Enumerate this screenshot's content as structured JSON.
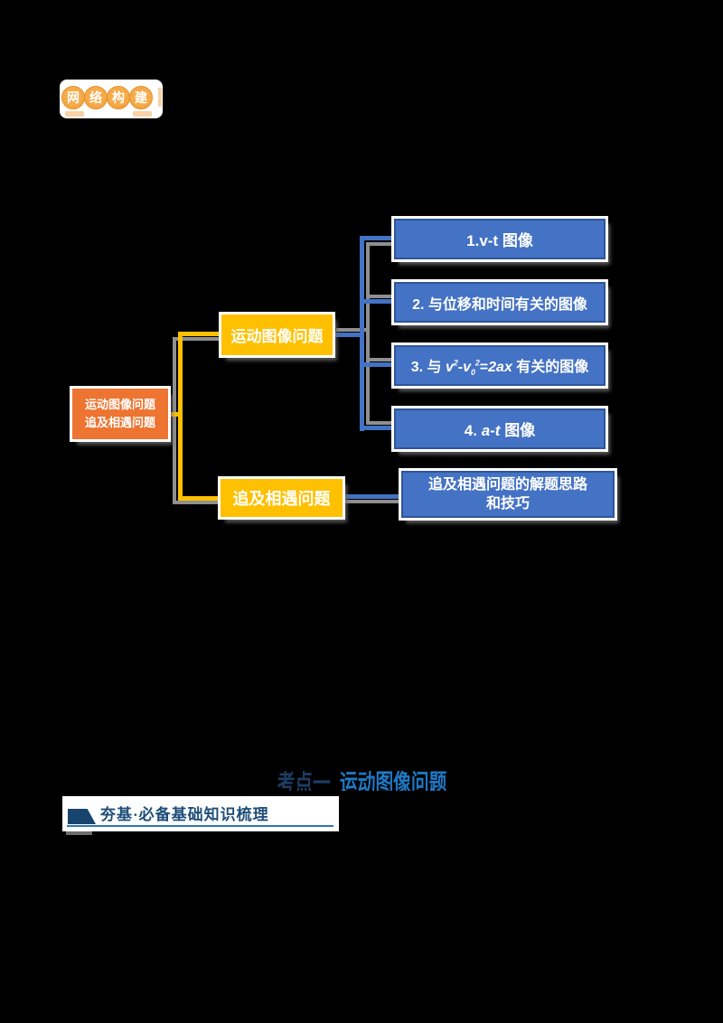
{
  "logo": {
    "name": "网络构建",
    "chars": [
      "网",
      "络",
      "构",
      "建"
    ]
  },
  "mindmap": {
    "root": {
      "line1": "运动图像问题",
      "line2": "追及相遇问题"
    },
    "branches": {
      "motion_graphs": "运动图像问题",
      "chase_meet": "追及相遇问题"
    },
    "leaves": {
      "vt_graph": "1.v-t 图像",
      "displacement_time": "2. 与位移和时间有关的图像",
      "formula": {
        "pre": "3. 与 ",
        "v1": "v",
        "sup1": "2",
        "dash": "-",
        "v2": "v",
        "sub0": "0",
        "sup2": "2",
        "eq": "=",
        "axterm": "2ax",
        "post": " 有关的图像"
      },
      "at_graph": {
        "pre": "4. ",
        "it": "a-t",
        "post": " 图像"
      },
      "solution": {
        "line1": "追及相遇问题的解题思路",
        "line2": "和技巧"
      }
    }
  },
  "heading": {
    "part1": "考点一",
    "part2": "运动图像问题"
  },
  "section": {
    "title": "夯基·必备基础知识梳理"
  },
  "colors": {
    "leaf_fill": "#4472c4",
    "leaf_border": "#2e5597",
    "branch_fill": "#ffc000",
    "root_fill": "#ed7431",
    "connector_blue": "#4472c4",
    "connector_yellow": "#ffc000",
    "connector_shadow": "#8f8f8f",
    "heading_dark": "#1c3c61",
    "heading_blue": "#1f78c5",
    "section_navy": "#1f4e79",
    "section_underline": "#2e75b6",
    "logo_orange": "#f2a23c"
  }
}
